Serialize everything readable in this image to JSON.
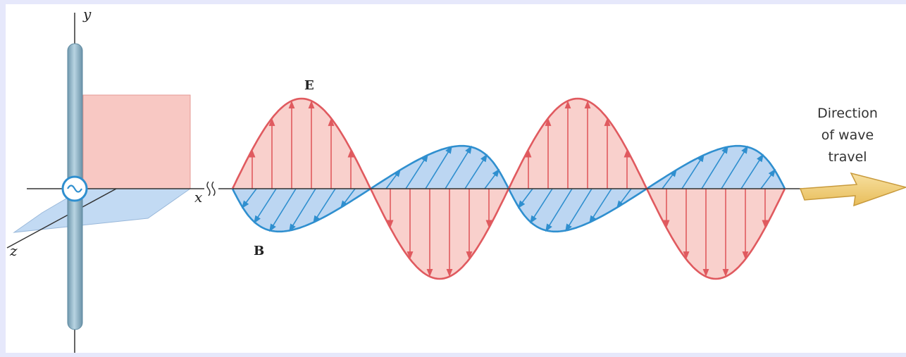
{
  "diagram": {
    "axes": {
      "y_label": "y",
      "x_label": "x",
      "z_label": "z"
    },
    "fields": {
      "electric_label": "E",
      "magnetic_label": "B"
    },
    "direction_label": {
      "line1": "Direction",
      "line2": "of wave",
      "line3": "travel"
    },
    "colors": {
      "electric_stroke": "#e05a5f",
      "electric_fill": "#f8c8c3",
      "magnetic_stroke": "#2f8fcf",
      "magnetic_fill": "#bcd6f2",
      "antenna": "#8fb7cc",
      "arrow": "#f2cf78",
      "background_border": "#e6e8fb"
    },
    "icons": {
      "source": "ac-source-icon",
      "direction": "direction-arrow-icon",
      "axis_break": "axis-break-icon"
    }
  }
}
